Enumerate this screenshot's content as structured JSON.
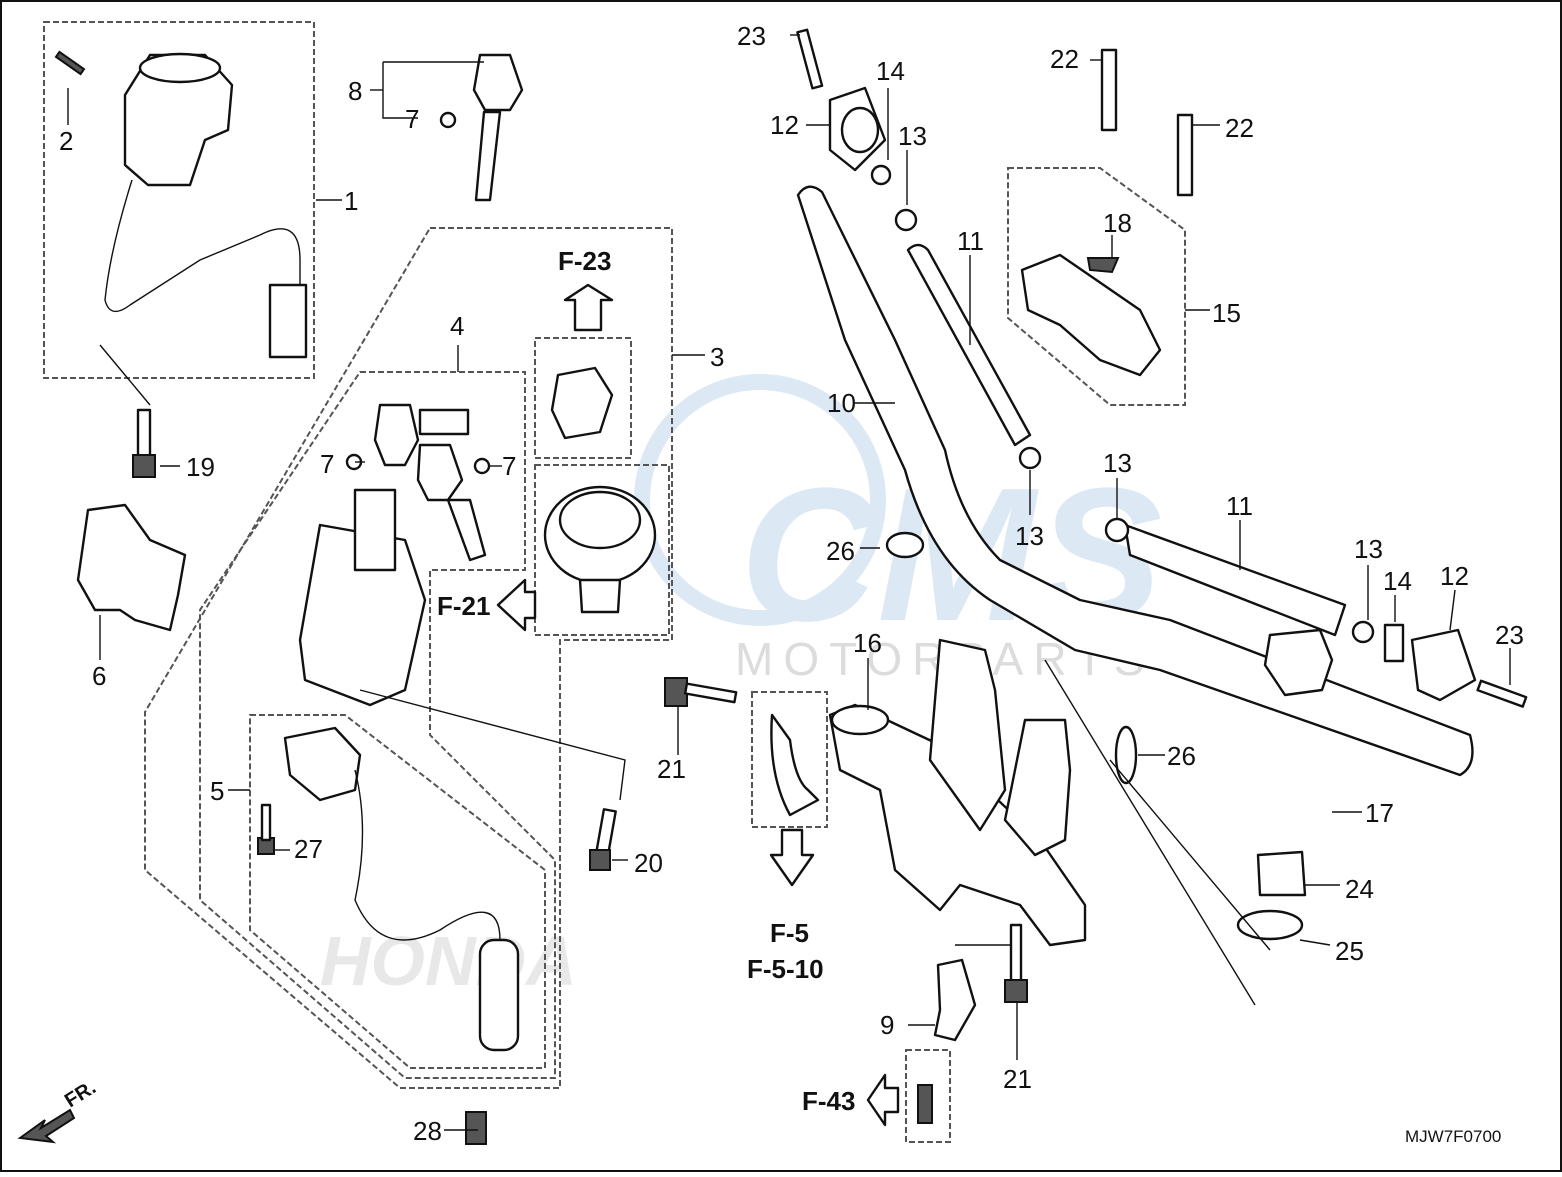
{
  "diagram_code": "MJW7F0700",
  "front_marker": "FR.",
  "watermark": {
    "logo": "CMS",
    "tagline": "MOTORPARTS",
    "stamp": "HONDA"
  },
  "parts": [
    {
      "no": "1"
    },
    {
      "no": "2"
    },
    {
      "no": "3"
    },
    {
      "no": "4"
    },
    {
      "no": "5"
    },
    {
      "no": "6"
    },
    {
      "no": "7"
    },
    {
      "no": "8"
    },
    {
      "no": "9"
    },
    {
      "no": "10"
    },
    {
      "no": "11"
    },
    {
      "no": "12"
    },
    {
      "no": "13"
    },
    {
      "no": "14"
    },
    {
      "no": "15"
    },
    {
      "no": "16"
    },
    {
      "no": "17"
    },
    {
      "no": "18"
    },
    {
      "no": "19"
    },
    {
      "no": "20"
    },
    {
      "no": "21"
    },
    {
      "no": "22"
    },
    {
      "no": "23"
    },
    {
      "no": "24"
    },
    {
      "no": "25"
    },
    {
      "no": "26"
    },
    {
      "no": "27"
    },
    {
      "no": "28"
    }
  ],
  "references": {
    "f23": "F-23",
    "f21": "F-21",
    "f5": "F-5",
    "f510": "F-5-10",
    "f43": "F-43"
  }
}
